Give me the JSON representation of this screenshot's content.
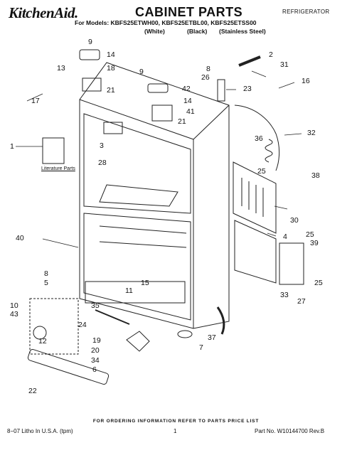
{
  "header": {
    "brand": "KitchenAid.",
    "title": "CABINET PARTS",
    "category": "REFRIGERATOR",
    "models_line": "For Models: KBFS25ETWH00, KBFS25ETBL00, KBFS25ETSS00",
    "variant_white": "(White)",
    "variant_black": "(Black)",
    "variant_stainless": "(Stainless Steel)"
  },
  "diagram": {
    "literature_label": "Literature Parts",
    "callouts": [
      "9",
      "14",
      "13",
      "18",
      "21",
      "17",
      "8",
      "9",
      "26",
      "42",
      "14",
      "41",
      "21",
      "2",
      "31",
      "23",
      "16",
      "36",
      "32",
      "3",
      "1",
      "28",
      "25",
      "38",
      "40",
      "30",
      "4",
      "25",
      "39",
      "8",
      "5",
      "11",
      "15",
      "33",
      "27",
      "25",
      "10",
      "43",
      "35",
      "24",
      "12",
      "19",
      "20",
      "34",
      "37",
      "7",
      "6",
      "22"
    ]
  },
  "footer": {
    "order_note": "FOR ORDERING INFORMATION REFER TO PARTS PRICE LIST",
    "litho": "8−07 Litho In U.S.A. (tpm)",
    "page_number": "1",
    "part_number": "Part No. W10144700 Rev.B"
  }
}
